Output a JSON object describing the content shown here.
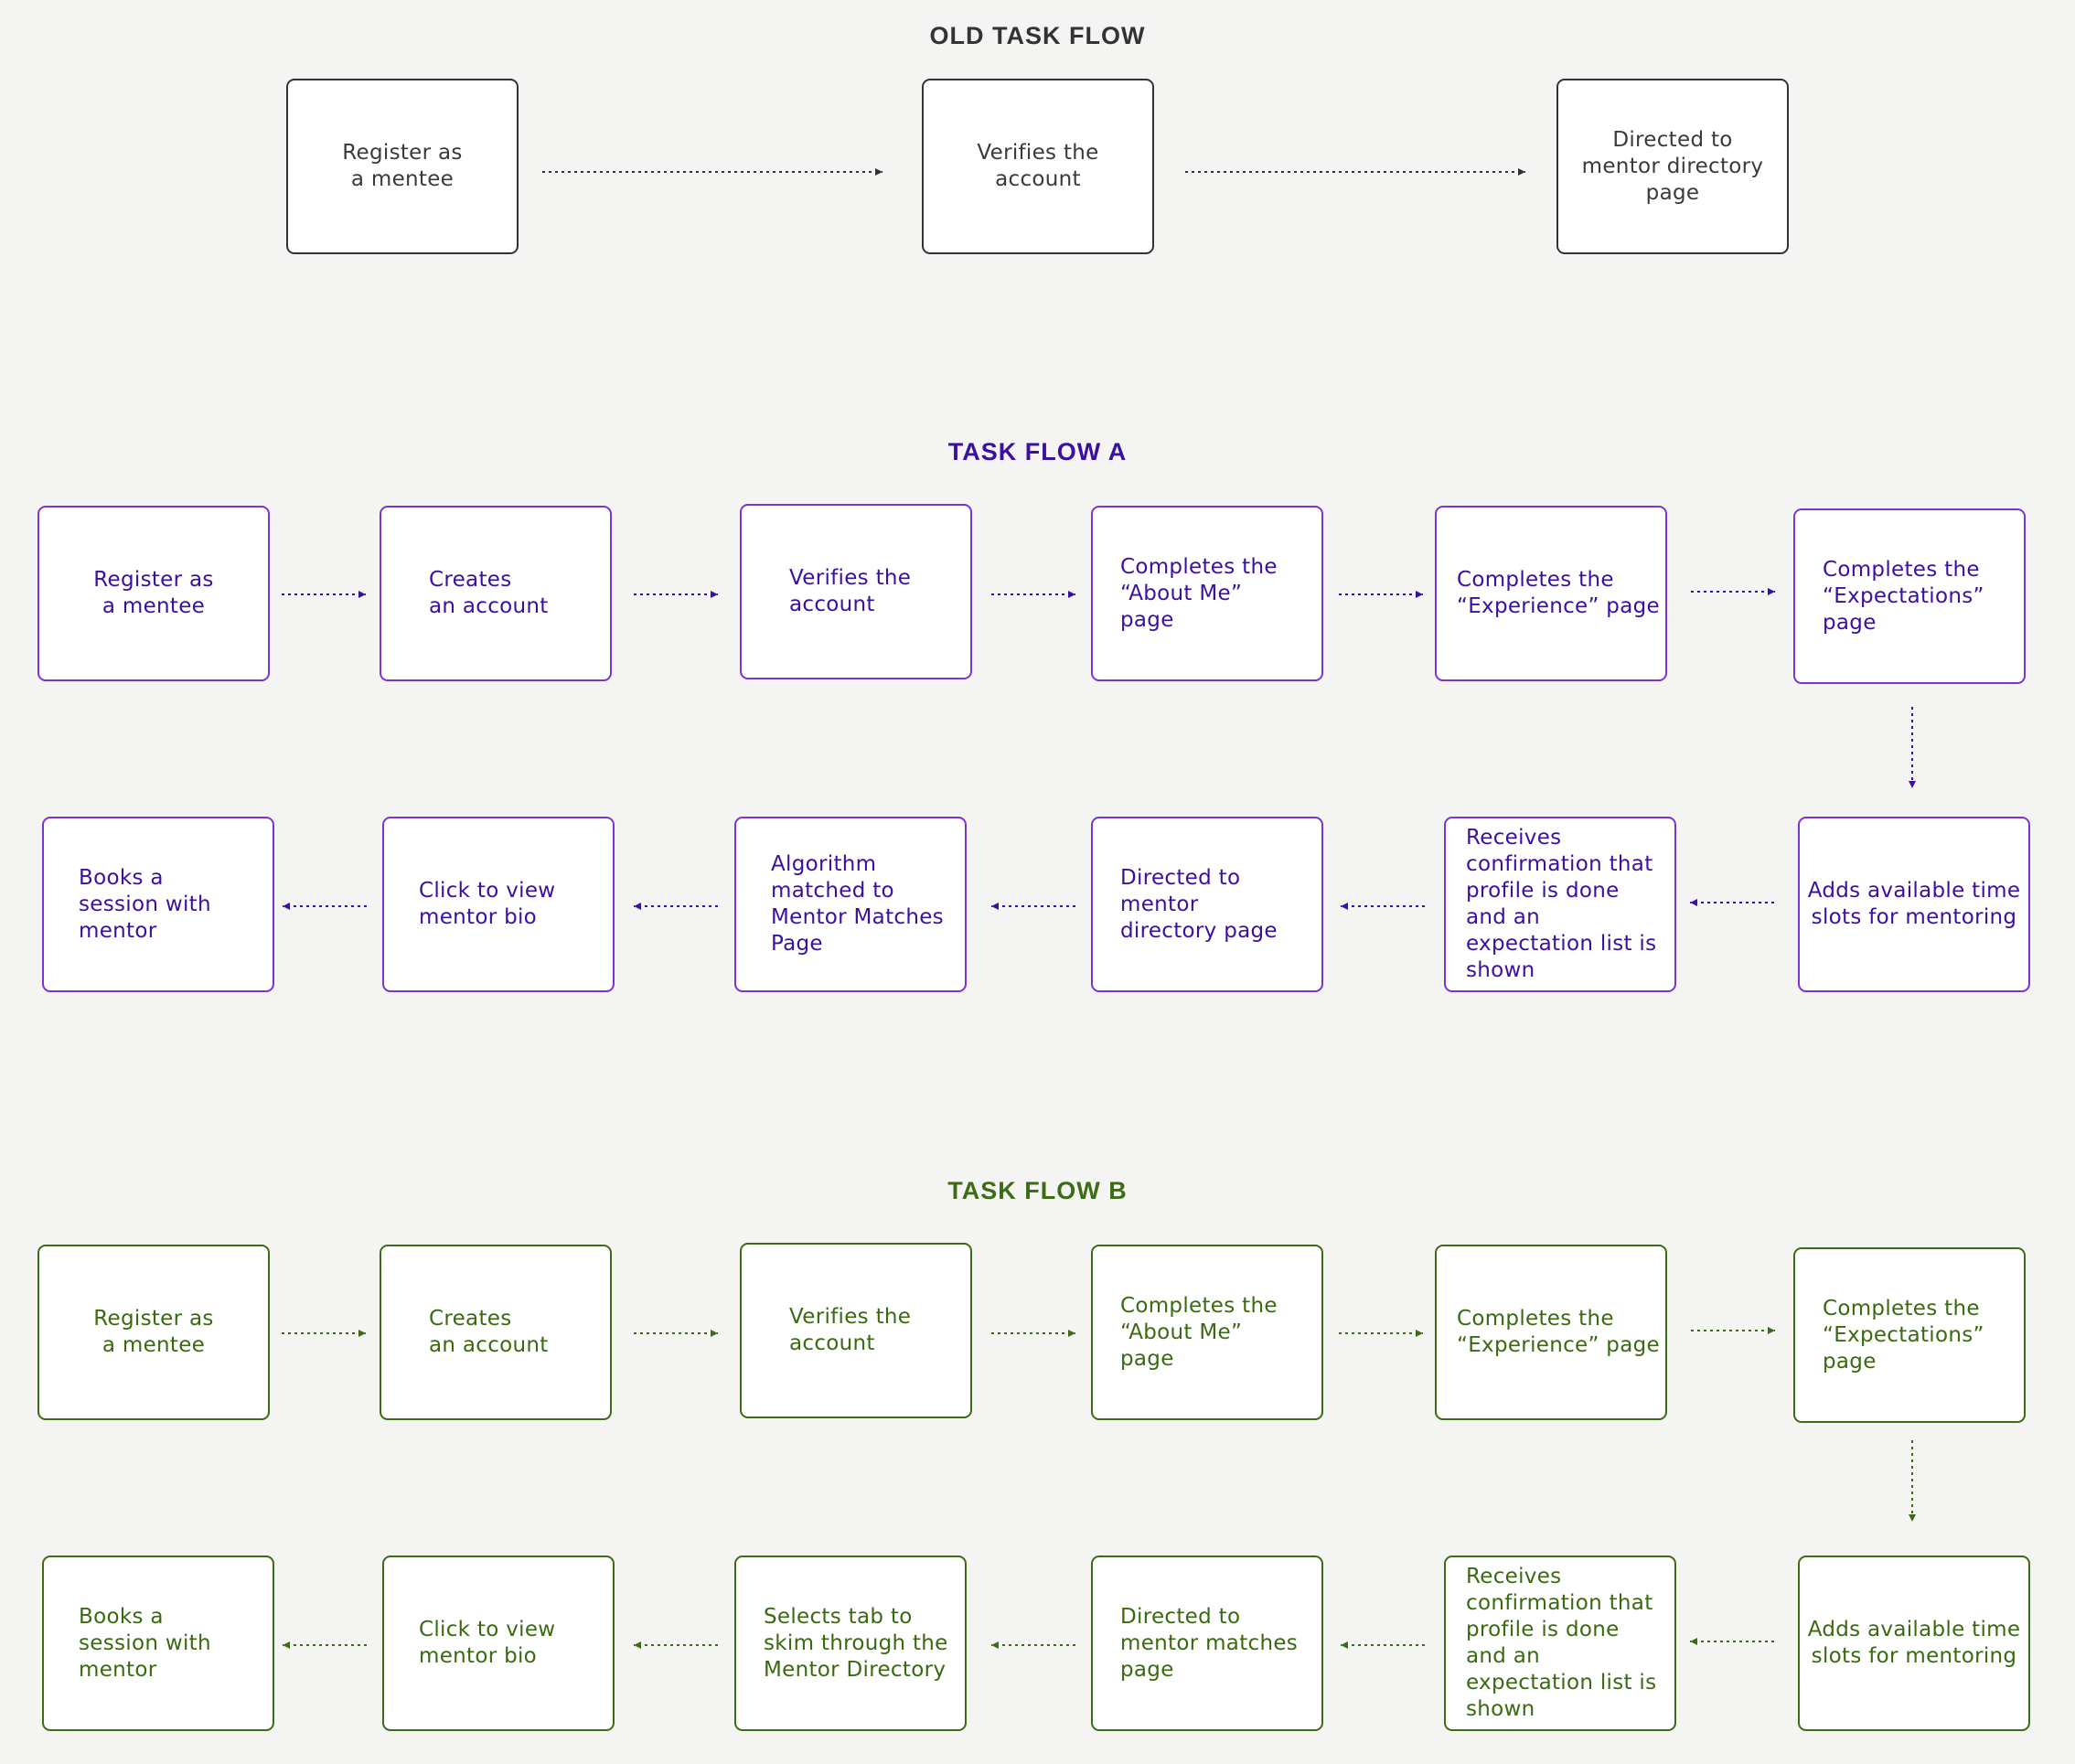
{
  "old_flow": {
    "title": "OLD TASK FLOW",
    "steps": [
      "Register as\na mentee",
      "Verifies the\naccount",
      "Directed to\nmentor directory\npage"
    ]
  },
  "flow_a": {
    "title": "TASK FLOW A",
    "row1": [
      "Register as\na mentee",
      "Creates\nan account",
      "Verifies the\naccount",
      "Completes the\n“About Me”\npage",
      "Completes the\n“Experience” page",
      "Completes the\n“Expectations”\npage"
    ],
    "row2": [
      "Books a\nsession with\nmentor",
      "Click to view\nmentor bio",
      "Algorithm\nmatched to\nMentor Matches\nPage",
      "Directed to\nmentor\ndirectory page",
      "Receives\nconfirmation that\nprofile is done\nand an\nexpectation list is\nshown",
      "Adds available time\nslots for mentoring"
    ]
  },
  "flow_b": {
    "title": "TASK FLOW B",
    "row1": [
      "Register as\na mentee",
      "Creates\nan account",
      "Verifies the\naccount",
      "Completes the\n“About Me”\npage",
      "Completes the\n“Experience” page",
      "Completes the\n“Expectations”\npage"
    ],
    "row2": [
      "Books a\nsession with\nmentor",
      "Click to view\nmentor bio",
      "Selects tab to\nskim through the\nMentor Directory",
      "Directed to\nmentor matches\npage",
      "Receives\nconfirmation that\nprofile is done\nand an\nexpectation list is\nshown",
      "Adds available time\nslots for mentoring"
    ]
  },
  "colors": {
    "background": "#f4f4f2",
    "old": "#333333",
    "flow_a": "#3b0fa0",
    "flow_a_border": "#7a34d4",
    "flow_b": "#3d6b16"
  }
}
